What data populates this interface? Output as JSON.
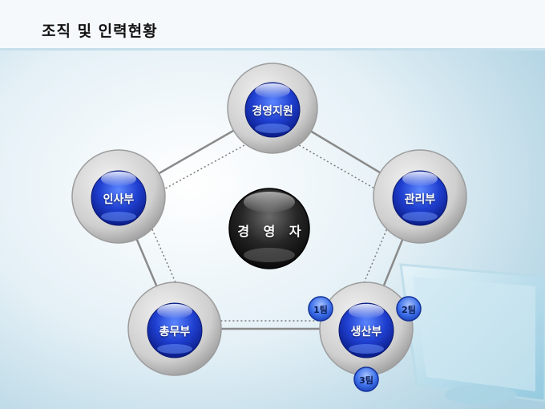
{
  "page": {
    "title": "조직 및 인력현황"
  },
  "center": {
    "label": "경 영 자"
  },
  "nodes": {
    "support": "경영지원",
    "hr": "인사부",
    "management": "관리부",
    "general_affairs": "총무부",
    "production": "생산부"
  },
  "teams": {
    "team1": "1팀",
    "team2": "2팀",
    "team3": "3팀"
  },
  "colors": {
    "background": "#d6e8f1",
    "ring": "#c8c8c8",
    "orb_blue": "#1f3fd0",
    "orb_center": "#1a1a1a",
    "team_badge": "#3a6ee8"
  }
}
